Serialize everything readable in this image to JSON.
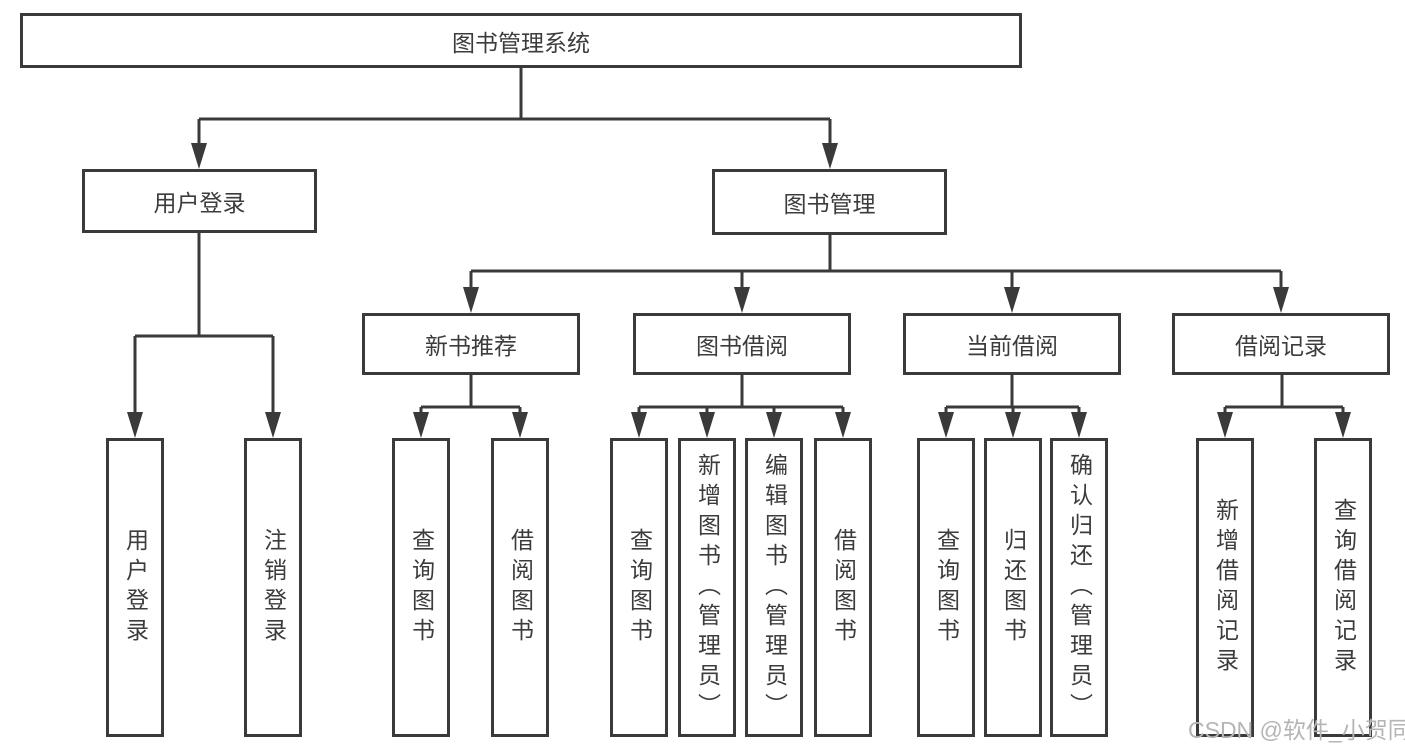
{
  "diagram": {
    "root": {
      "label": "图书管理系统"
    },
    "branches": [
      {
        "label": "用户登录",
        "children": [
          {
            "label": "用户登录"
          },
          {
            "label": "注销登录"
          }
        ]
      },
      {
        "label": "图书管理",
        "children": [
          {
            "label": "新书推荐",
            "children": [
              {
                "label": "查询图书"
              },
              {
                "label": "借阅图书"
              }
            ]
          },
          {
            "label": "图书借阅",
            "children": [
              {
                "label": "查询图书"
              },
              {
                "label": "新增图书（管理员）"
              },
              {
                "label": "编辑图书（管理员）"
              },
              {
                "label": "借阅图书"
              }
            ]
          },
          {
            "label": "当前借阅",
            "children": [
              {
                "label": "查询图书"
              },
              {
                "label": "归还图书"
              },
              {
                "label": "确认归还（管理员）"
              }
            ]
          },
          {
            "label": "借阅记录",
            "children": [
              {
                "label": "新增借阅记录"
              },
              {
                "label": "查询借阅记录"
              }
            ]
          }
        ]
      }
    ]
  },
  "watermark": {
    "text": "CSDN @软件_小贺同学"
  },
  "colors": {
    "line": "#3a3a3a",
    "box_border": "#3a3a3a",
    "box_fill": "#ffffff",
    "text": "#3c3c3c",
    "watermark": "#b5b5b5",
    "background": "#ffffff"
  }
}
